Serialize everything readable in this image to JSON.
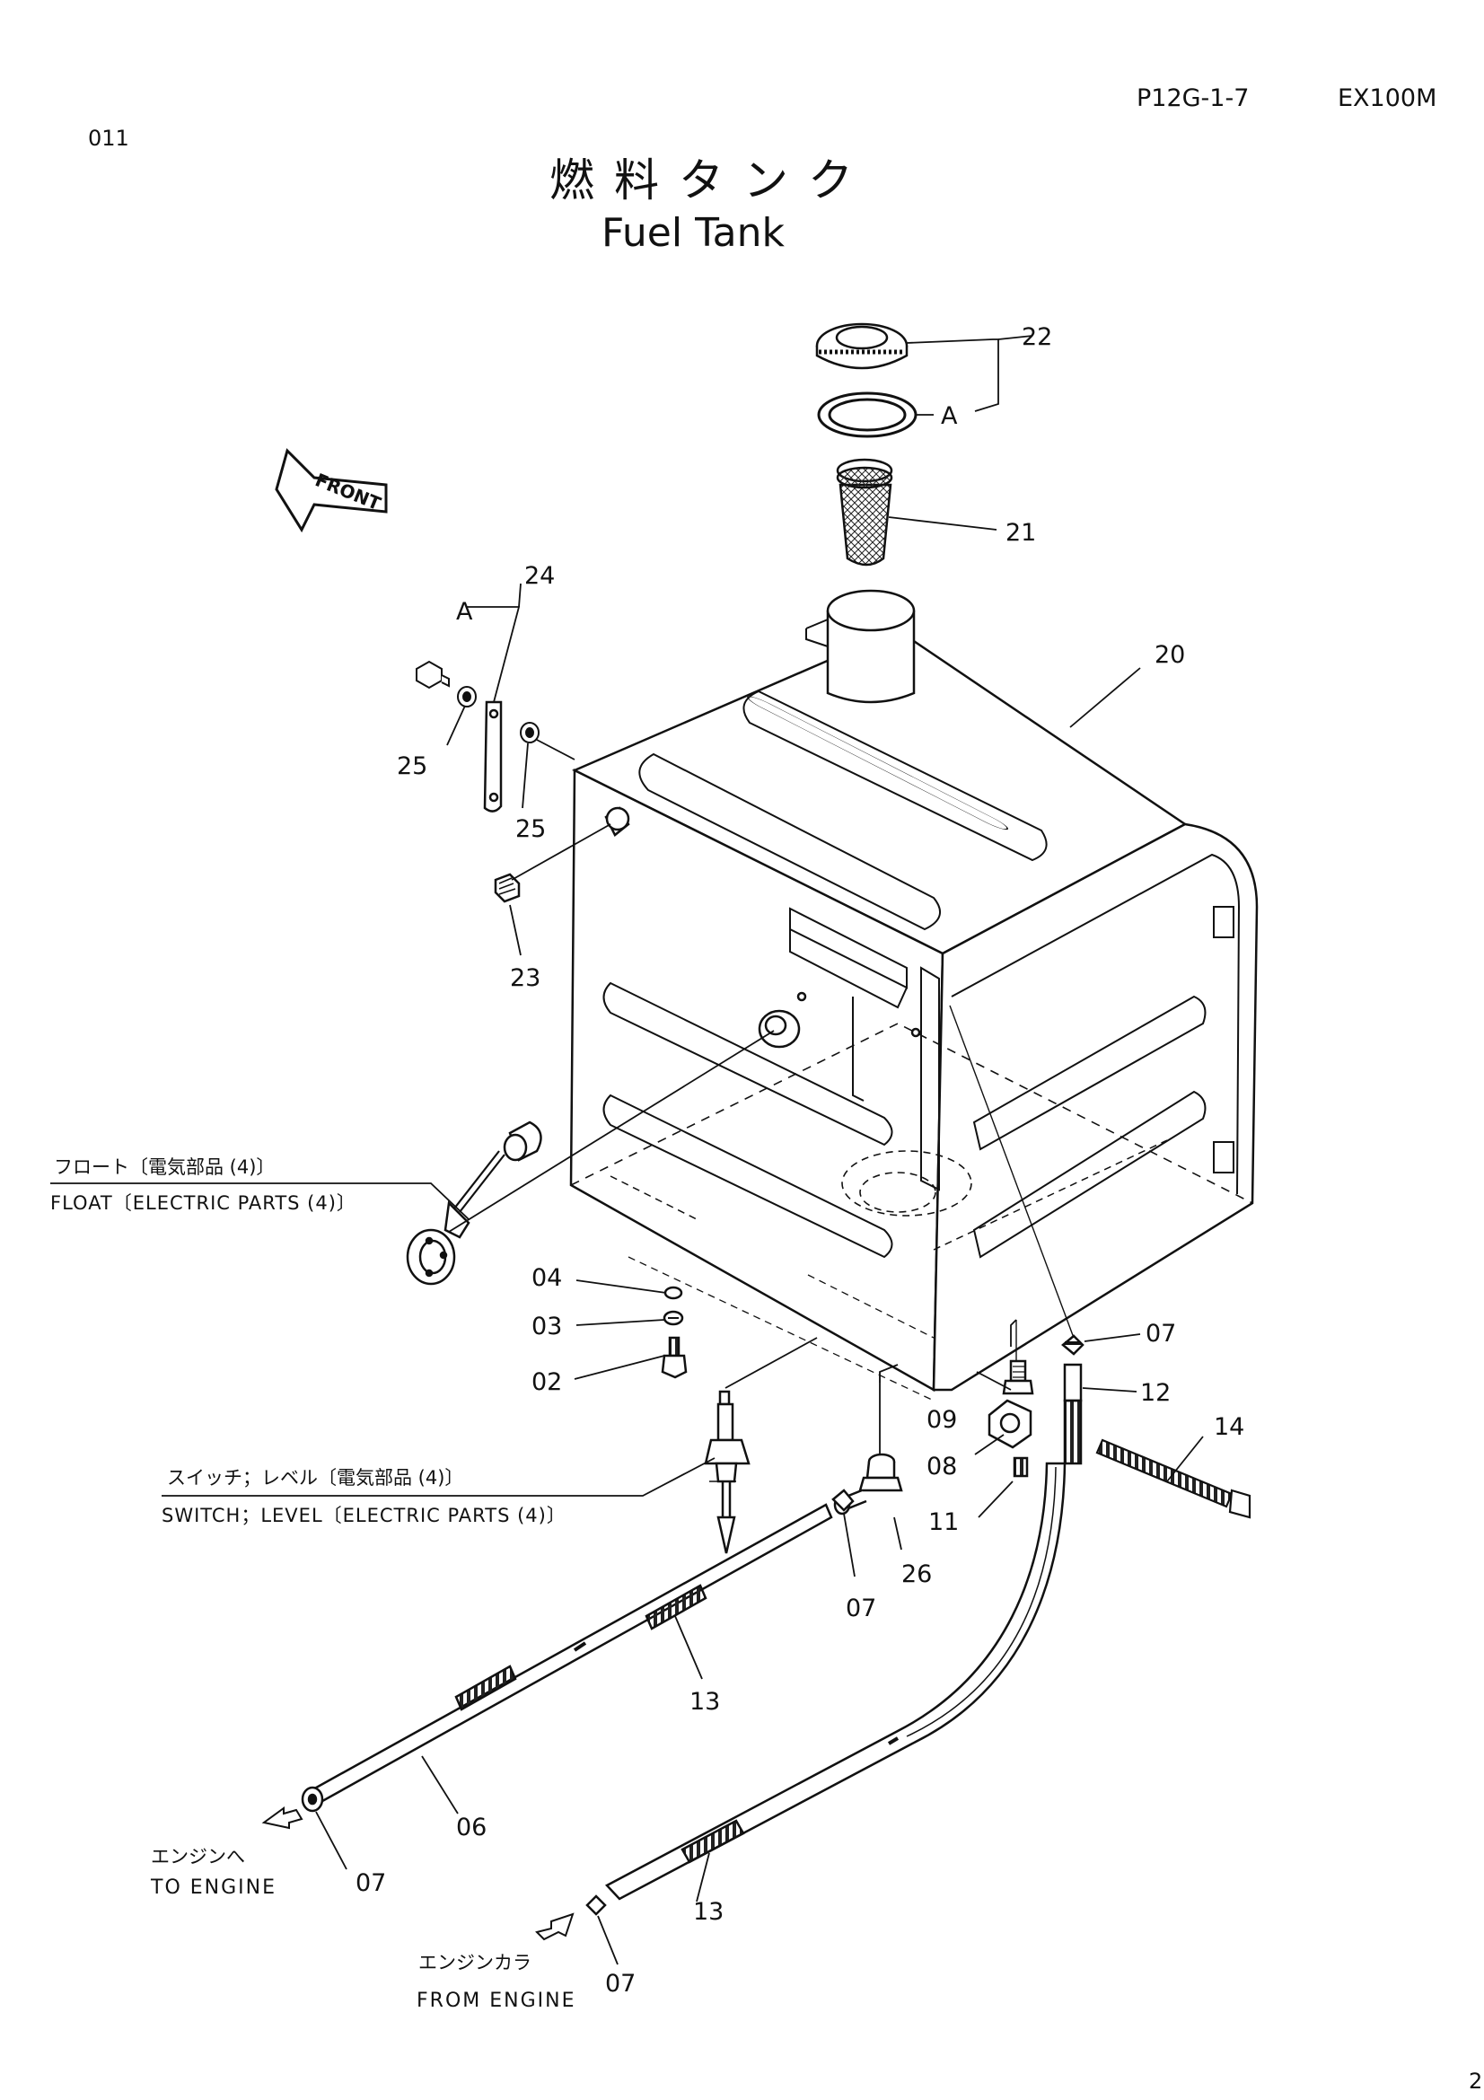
{
  "header": {
    "page_code": "P12G-1-7",
    "model": "EX100M",
    "sheet_no": "011",
    "title_jp": "燃料タンク",
    "title_en": "Fuel Tank",
    "corner_mark": "2"
  },
  "front_marker": "FRONT",
  "callouts": {
    "c22": "22",
    "cA1": "A",
    "c21": "21",
    "c24": "24",
    "cA2": "A",
    "c20": "20",
    "c25a": "25",
    "c25b": "25",
    "c23": "23",
    "c04": "04",
    "c03": "03",
    "c02": "02",
    "c07a": "07",
    "c12": "12",
    "c14": "14",
    "c09": "09",
    "c08": "08",
    "c11": "11",
    "c26": "26",
    "c07b": "07",
    "c13a": "13",
    "c06": "06",
    "c07c": "07",
    "c13b": "13",
    "c07d": "07"
  },
  "notes": {
    "float_jp": "フロート〔電気部品 (4)〕",
    "float_en": "FLOAT〔ELECTRIC PARTS (4)〕",
    "switch_jp": "スイッチ；レベル〔電気部品 (4)〕",
    "switch_en": "SWITCH；LEVEL〔ELECTRIC PARTS (4)〕",
    "to_engine_jp": "エンジンへ",
    "to_engine_en": "TO ENGINE",
    "from_engine_jp": "エンジンカラ",
    "from_engine_en": "FROM ENGINE"
  }
}
